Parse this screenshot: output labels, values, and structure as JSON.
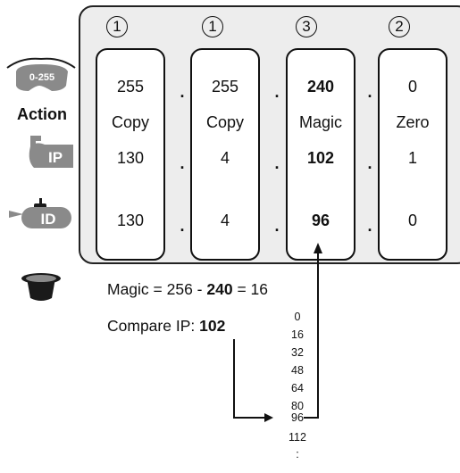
{
  "row_labels": {
    "action": "Action",
    "mask_icon_text": "0-255",
    "ip_icon_text": "IP",
    "id_icon_text": "ID"
  },
  "columns": [
    {
      "step": "1",
      "mask": "255",
      "action": "Copy",
      "ip": "130",
      "id": "130",
      "bold": false
    },
    {
      "step": "1",
      "mask": "255",
      "action": "Copy",
      "ip": "4",
      "id": "4",
      "bold": false
    },
    {
      "step": "3",
      "mask": "240",
      "action": "Magic",
      "ip": "102",
      "id": "96",
      "bold": true
    },
    {
      "step": "2",
      "mask": "0",
      "action": "Zero",
      "ip": "1",
      "id": "0",
      "bold": false
    }
  ],
  "separator": ".",
  "magic_line": {
    "prefix": "Magic = 256 - ",
    "bold": "240",
    "suffix": " = 16"
  },
  "compare_line": {
    "prefix": "Compare IP: ",
    "bold": "102"
  },
  "sequence": [
    "0",
    "16",
    "32",
    "48",
    "64",
    "80",
    "96",
    "112",
    ":"
  ],
  "colors": {
    "panel": "#ededed",
    "icon_dark": "#1a1a1a",
    "icon_gray": "#8a8a8a",
    "line": "#111111"
  }
}
